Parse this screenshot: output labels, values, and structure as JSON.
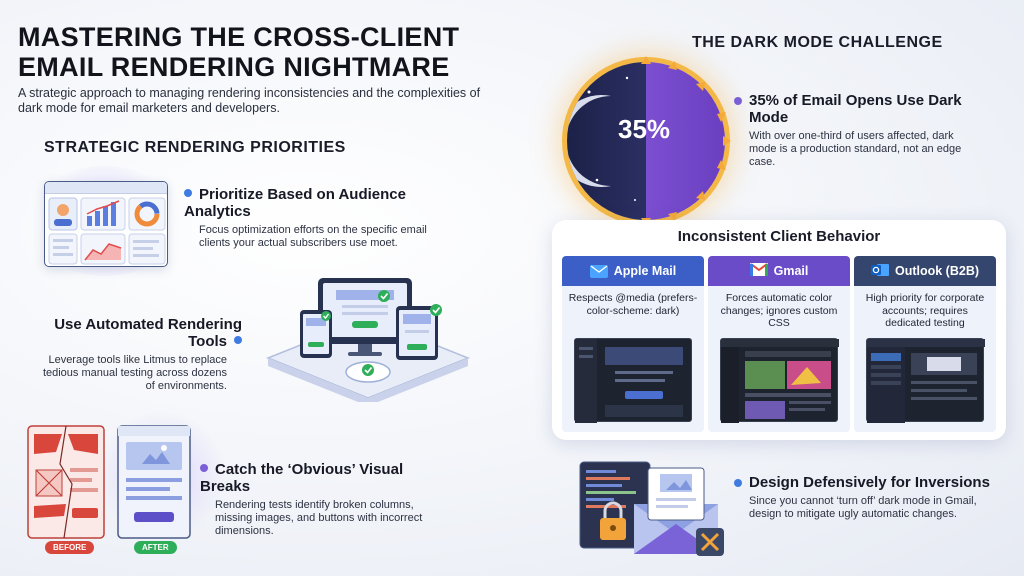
{
  "header": {
    "title_line1": "MASTERING THE CROSS-CLIENT",
    "title_line2": "EMAIL RENDERING NIGHTMARE",
    "subtitle": "A strategic approach to managing rendering inconsistencies and the complexities of dark mode for email marketers and developers."
  },
  "priorities": {
    "heading": "STRATEGIC RENDERING PRIORITIES",
    "items": [
      {
        "title": "Prioritize Based on Audience Analytics",
        "body": "Focus optimization efforts on the specific email clients your actual subscribers use moet."
      },
      {
        "title": "Use Automated Rendering Tools",
        "body": "Leverage tools like Litmus to replace tedious manual testing across dozens of environments."
      },
      {
        "title": "Catch the ‘Obvious’ Visual Breaks",
        "body": "Rendering tests identify broken columns, missing images, and buttons with incorrect dimensions."
      }
    ],
    "before_label": "BEFORE",
    "after_label": "AFTER"
  },
  "dark_mode": {
    "heading": "THE DARK MODE CHALLENGE",
    "percent": "35%",
    "stat_title": "35% of Email Opens Use Dark Mode",
    "stat_body": "With over one-third of users affected, dark mode is a production standard, not an edge case."
  },
  "clients": {
    "heading": "Inconsistent Client Behavior",
    "columns": [
      {
        "name": "Apple Mail",
        "text": "Respects @media (prefers-color-scheme: dark)",
        "color": "#3b5fc7"
      },
      {
        "name": "Gmail",
        "text": "Forces automatic color changes; ignores custom CSS",
        "color": "#6a4cc9"
      },
      {
        "name": "Outlook (B2B)",
        "text": "High priority for corporate accounts; requires dedicated testing",
        "color": "#34456e"
      }
    ]
  },
  "defensive": {
    "title": "Design Defensively for Inversions",
    "body": "Since you cannot ‘turn off’ dark mode in Gmail, design to mitigate ugly automatic changes."
  },
  "colors": {
    "blue_dot": "#3f7be0",
    "purple_dot": "#7b5fd6",
    "before": "#d9463b",
    "after": "#2fae5a"
  }
}
